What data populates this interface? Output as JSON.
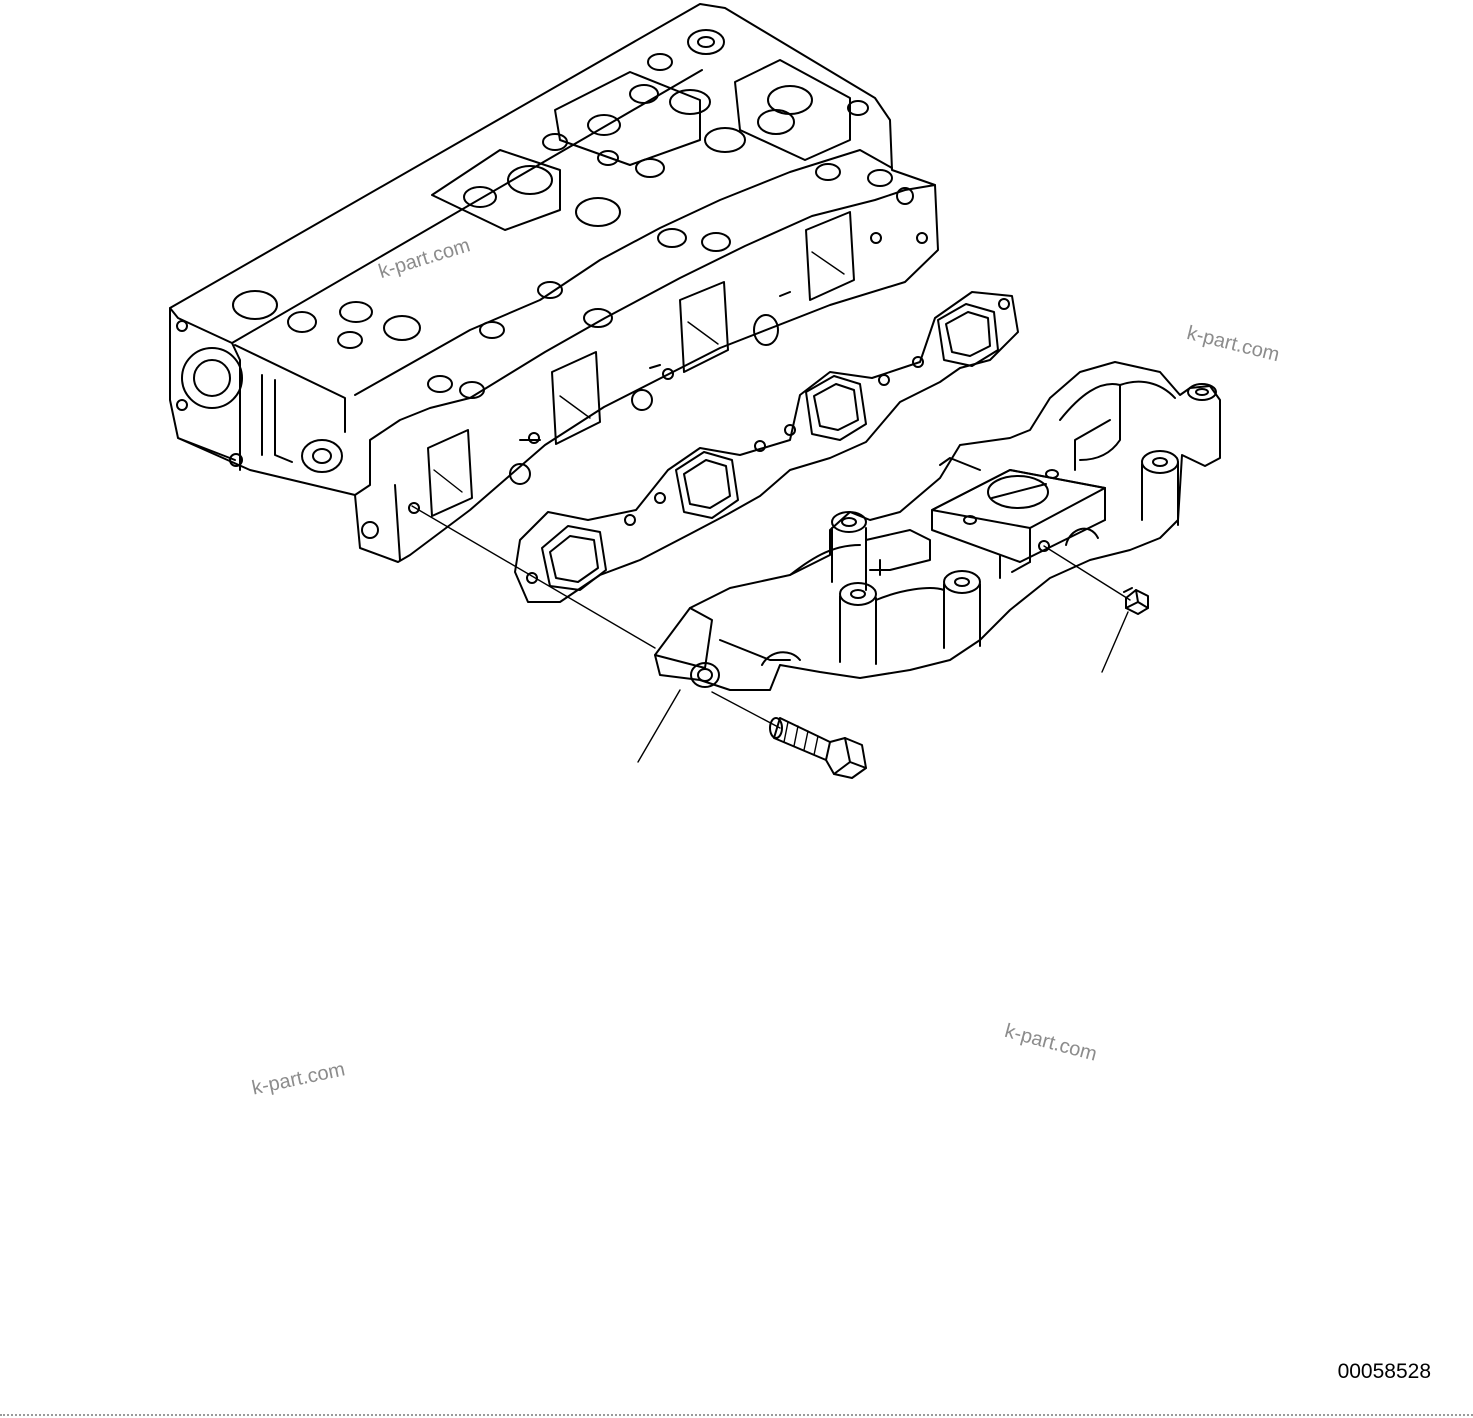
{
  "drawing_number": "00058528",
  "watermarks": [
    "k-part.com",
    "k-part.com",
    "k-part.com",
    "k-part.com"
  ],
  "parts": [
    "cylinder-head",
    "exhaust-manifold-gasket",
    "exhaust-manifold",
    "flange-bolt",
    "stud-bolt"
  ]
}
